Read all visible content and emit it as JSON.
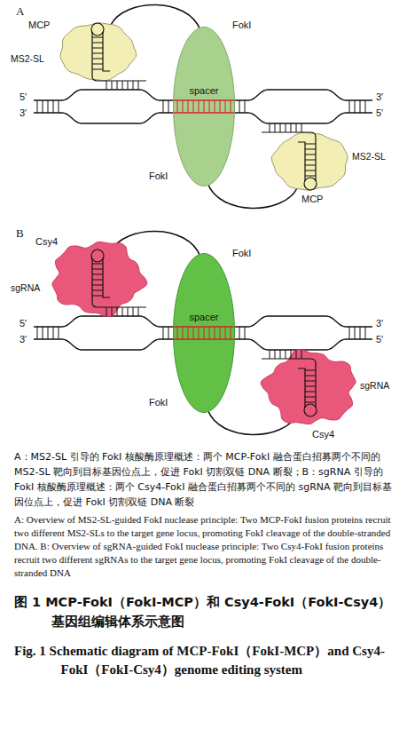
{
  "diagram": {
    "title": "图 1 MCP-FokI（FokI-MCP）和 Csy4-FokI（FokI-Csy4）基因组编辑体系示意图",
    "caption": "A：MS2-SL 引导的 FokI 核酸酶原理概述：两个 MCP-FokI 融合蛋白招募两个不同的 MS2-SL 靶向到目标基因位点上，促进 FokI 切割双链 DNA 断裂；B：sgRNA 引导的 FokI 核酸酶原理概述：两个 Csy4-FokI 融合蛋白招募两个不同的 sgRNA 靶向到目标基因位点上，促进 FokI 切割双链 DNA 断裂",
    "nodes": [
      {
        "text": [
          "spacer"
        ]
      },
      {
        "text": [
          "spacer"
        ]
      }
    ],
    "labels": [
      "A",
      "MCP",
      "MS2-SL",
      "FokI",
      "5′",
      "3′",
      "3′",
      "5′",
      "MS2-SL",
      "MCP",
      "FokI",
      "B",
      "Csy4",
      "sgRNA",
      "FokI",
      "5′",
      "3′",
      "3′",
      "5′",
      "sgRNA",
      "Csy4",
      "FokI",
      "A: Overview of MS2-SL-guided FokI nuclease principle: Two MCP-FokI fusion proteins recruit two different MS2-SLs to the target gene locus, promoting FokI cleavage of the double-stranded DNA. B: Overview of sgRNA-guided FokI nuclease principle: Two Csy4-FokI fusion proteins recruit two different sgRNAs to the target gene locus, promoting FokI cleavage of the double-stranded DNA",
      "Fig. 1 Schematic diagram of MCP-FokI（FokI-MCP）and Csy4-FokI（FokI-Csy4）genome editing system"
    ]
  }
}
